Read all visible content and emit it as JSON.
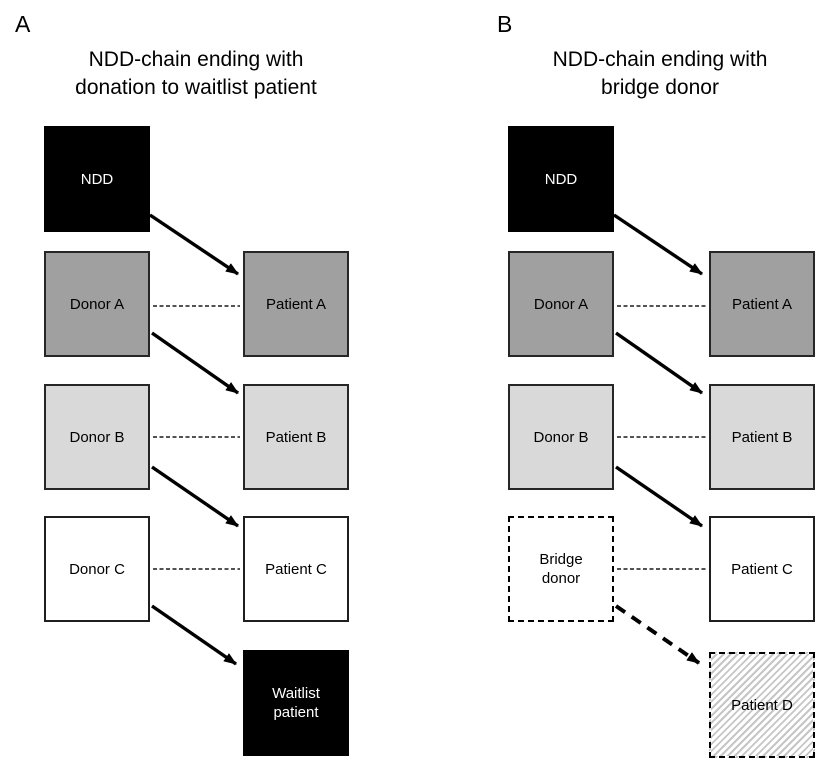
{
  "figure": {
    "type": "diagram",
    "description": "Two schematic diagrams of non-directed donor (NDD) kidney paired donation chains"
  },
  "colors": {
    "ndd_box": "#000000",
    "pair_a_box": "#a0a0a0",
    "pair_b_box": "#d9d9d9",
    "pair_c_box": "#ffffff",
    "waitlist_box": "#000000",
    "hatch_stripe": "#c6c6c6",
    "box_border": "#262626",
    "arrow": "#000000",
    "text_dark": "#000000",
    "text_light": "#ffffff"
  },
  "panels": [
    {
      "label": "A",
      "title_lines": [
        "NDD-chain ending with",
        "donation to waitlist patient"
      ],
      "nodes": {
        "ndd": "NDD",
        "donor_a": "Donor A",
        "patient_a": "Patient A",
        "donor_b": "Donor B",
        "patient_b": "Patient B",
        "donor_c": "Donor C",
        "patient_c": "Patient C",
        "waitlist": "Waitlist patient"
      },
      "edges": [
        {
          "from": "NDD",
          "to": "Patient A",
          "style": "solid-arrow"
        },
        {
          "from": "Donor A",
          "to": "Patient B",
          "style": "solid-arrow"
        },
        {
          "from": "Donor B",
          "to": "Patient C",
          "style": "solid-arrow"
        },
        {
          "from": "Donor C",
          "to": "Waitlist patient",
          "style": "solid-arrow"
        },
        {
          "from": "Donor A",
          "to": "Patient A",
          "style": "dashed-pair-link"
        },
        {
          "from": "Donor B",
          "to": "Patient B",
          "style": "dashed-pair-link"
        },
        {
          "from": "Donor C",
          "to": "Patient C",
          "style": "dashed-pair-link"
        }
      ]
    },
    {
      "label": "B",
      "title_lines": [
        "NDD-chain ending with",
        "bridge donor"
      ],
      "nodes": {
        "ndd": "NDD",
        "donor_a": "Donor A",
        "patient_a": "Patient A",
        "donor_b": "Donor B",
        "patient_b": "Patient B",
        "bridge_donor": "Bridge donor",
        "patient_c": "Patient C",
        "patient_d": "Patient D"
      },
      "edges": [
        {
          "from": "NDD",
          "to": "Patient A",
          "style": "solid-arrow"
        },
        {
          "from": "Donor A",
          "to": "Patient B",
          "style": "solid-arrow"
        },
        {
          "from": "Donor B",
          "to": "Patient C",
          "style": "solid-arrow"
        },
        {
          "from": "Bridge donor",
          "to": "Patient D",
          "style": "dashed-arrow"
        },
        {
          "from": "Donor A",
          "to": "Patient A",
          "style": "dashed-pair-link"
        },
        {
          "from": "Donor B",
          "to": "Patient B",
          "style": "dashed-pair-link"
        },
        {
          "from": "Bridge donor",
          "to": "Patient C",
          "style": "dashed-pair-link"
        }
      ]
    }
  ]
}
